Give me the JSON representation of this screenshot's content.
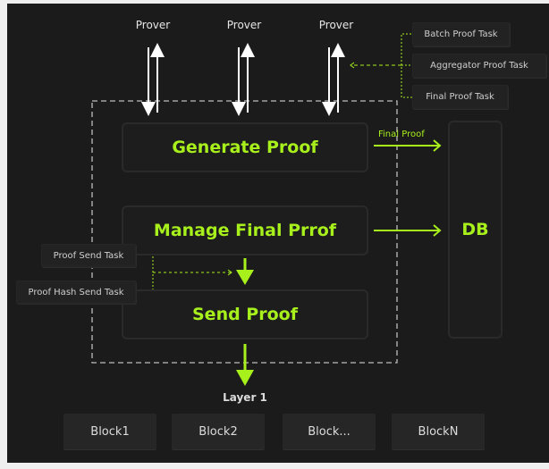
{
  "colors": {
    "accent": "#a8f01c",
    "background": "#1b1b1b",
    "page": "#efefef",
    "arrow_white": "#ffffff"
  },
  "provers": [
    "Prover",
    "Prover",
    "Prover"
  ],
  "tasks_top": [
    "Batch Proof Task",
    "Aggregator Proof Task",
    "Final Proof Task"
  ],
  "tasks_left": [
    "Proof Send Task",
    "Proof Hash Send Task"
  ],
  "main": {
    "generate": "Generate Proof",
    "manage": "Manage Final Prrof",
    "send": "Send Proof"
  },
  "final_proof_label": "Final Proof",
  "db": "DB",
  "layer": "Layer 1",
  "blocks": [
    "Block1",
    "Block2",
    "Block...",
    "BlockN"
  ]
}
